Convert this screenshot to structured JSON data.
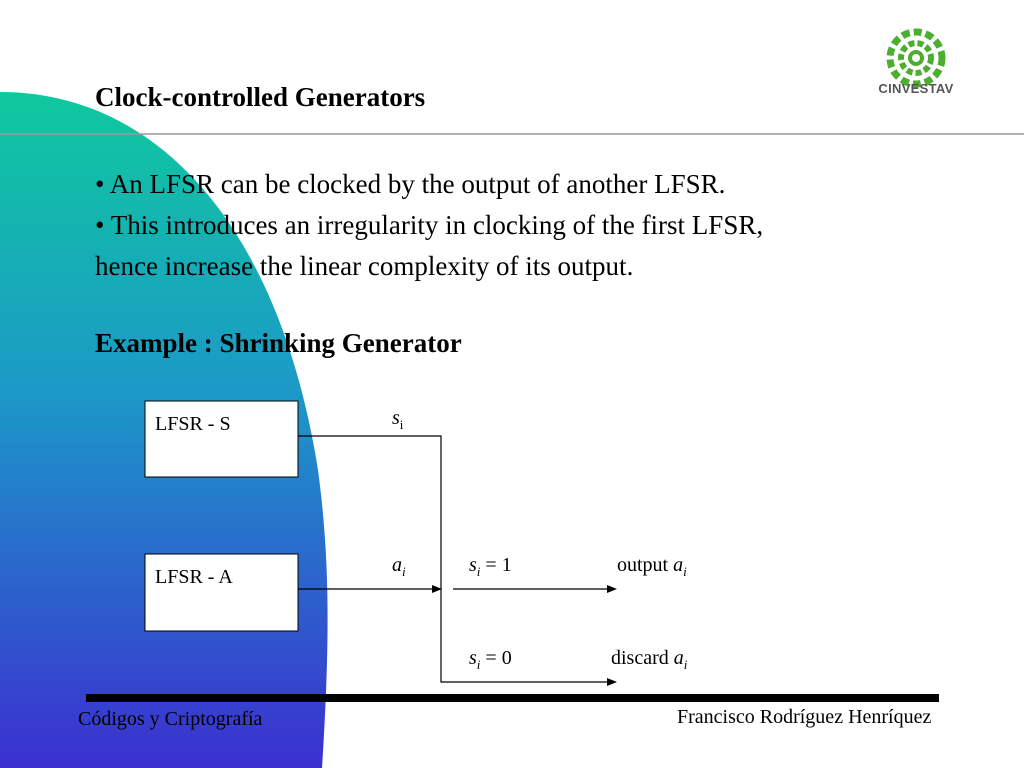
{
  "title": "Clock-controlled Generators",
  "bullets": [
    "• An LFSR can be clocked by the output of another LFSR.",
    "• This introduces an irregularity in clocking of the first LFSR,",
    "hence increase the linear complexity of its output."
  ],
  "example_heading": "Example : Shrinking Generator",
  "diagram": {
    "box_s_label": "LFSR - S",
    "box_a_label": "LFSR - A",
    "s_sym": "s",
    "s_sub": "i",
    "a_sym": "a",
    "a_sub": "i",
    "cond_one": "= 1",
    "cond_zero": "= 0",
    "output_text": "output",
    "discard_text": "discard"
  },
  "footer": {
    "left": "Códigos y Criptografía",
    "right": "Francisco Rodríguez Henríquez"
  },
  "logo": {
    "text": "CINVESTAV",
    "icon": "cinvestav-logo-icon"
  },
  "colors": {
    "gradient_top": "#0fc99e",
    "gradient_bottom": "#3b2fd0",
    "logo_green": "#4cae2e",
    "rule_gray": "#999999"
  }
}
